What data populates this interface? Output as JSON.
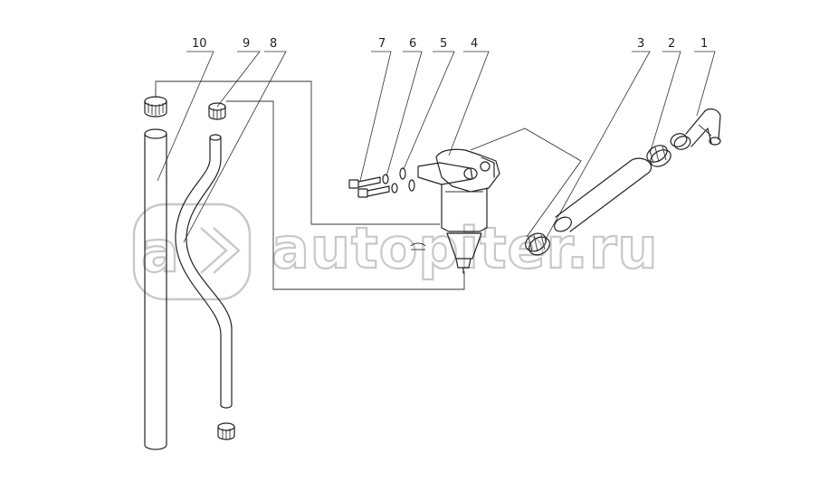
{
  "callouts": [
    {
      "id": "callout-10",
      "label": "10"
    },
    {
      "id": "callout-9",
      "label": "9"
    },
    {
      "id": "callout-8",
      "label": "8"
    },
    {
      "id": "callout-7",
      "label": "7"
    },
    {
      "id": "callout-6",
      "label": "6"
    },
    {
      "id": "callout-5",
      "label": "5"
    },
    {
      "id": "callout-4",
      "label": "4"
    },
    {
      "id": "callout-3",
      "label": "3"
    },
    {
      "id": "callout-2",
      "label": "2"
    },
    {
      "id": "callout-1",
      "label": "1"
    }
  ],
  "watermark": {
    "text": "autopiter.ru",
    "logo": "a-arrow-logo"
  },
  "colors": {
    "line": "#222222",
    "watermark": "#c8c8c8",
    "background": "#ffffff"
  }
}
